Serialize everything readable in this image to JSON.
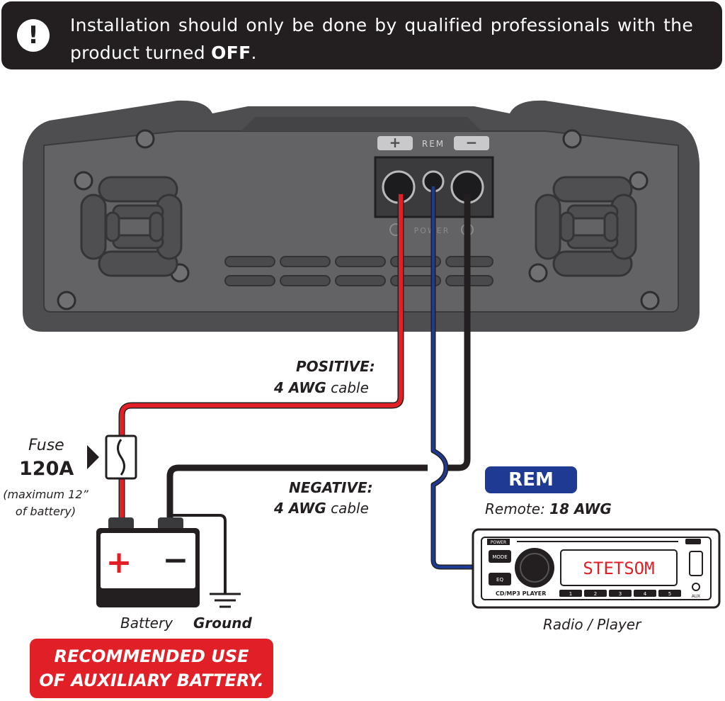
{
  "warning": {
    "icon": "exclamation-icon",
    "text_before": "Installation should only be done by qualified professionals with the product turned ",
    "text_bold": "OFF",
    "text_after": "."
  },
  "amplifier": {
    "plus_symbol": "+",
    "minus_symbol": "−",
    "rem_label": "REM",
    "power_label": "POWER"
  },
  "positive_cable": {
    "title": "POSITIVE:",
    "gauge": "4 AWG",
    "unit": "cable"
  },
  "negative_cable": {
    "title": "NEGATIVE:",
    "gauge": "4 AWG",
    "unit": "cable"
  },
  "fuse": {
    "label": "Fuse",
    "value": "120A",
    "note_line1": "(maximum 12”",
    "note_line2": "of battery)"
  },
  "battery": {
    "plus": "+",
    "minus": "−",
    "label": "Battery"
  },
  "ground": {
    "label": "Ground"
  },
  "remote": {
    "badge": "REM",
    "label": "Remote:",
    "gauge": "18 AWG"
  },
  "radio": {
    "power": "POWER",
    "mode": "MODE",
    "eq": "EQ",
    "display": "STETSOM",
    "model": "CD/MP3 PLAYER",
    "presets": [
      "1",
      "2",
      "3",
      "4",
      "5"
    ],
    "aux": "AUX",
    "label": "Radio / Player"
  },
  "recommendation": {
    "line1": "RECOMMENDED USE",
    "line2": "OF AUXILIARY BATTERY."
  },
  "colors": {
    "positive": "#e11f26",
    "negative": "#231f20",
    "remote": "#1f3a93",
    "amp_body": "#5b5b5d",
    "warning_bg": "#231f20"
  }
}
